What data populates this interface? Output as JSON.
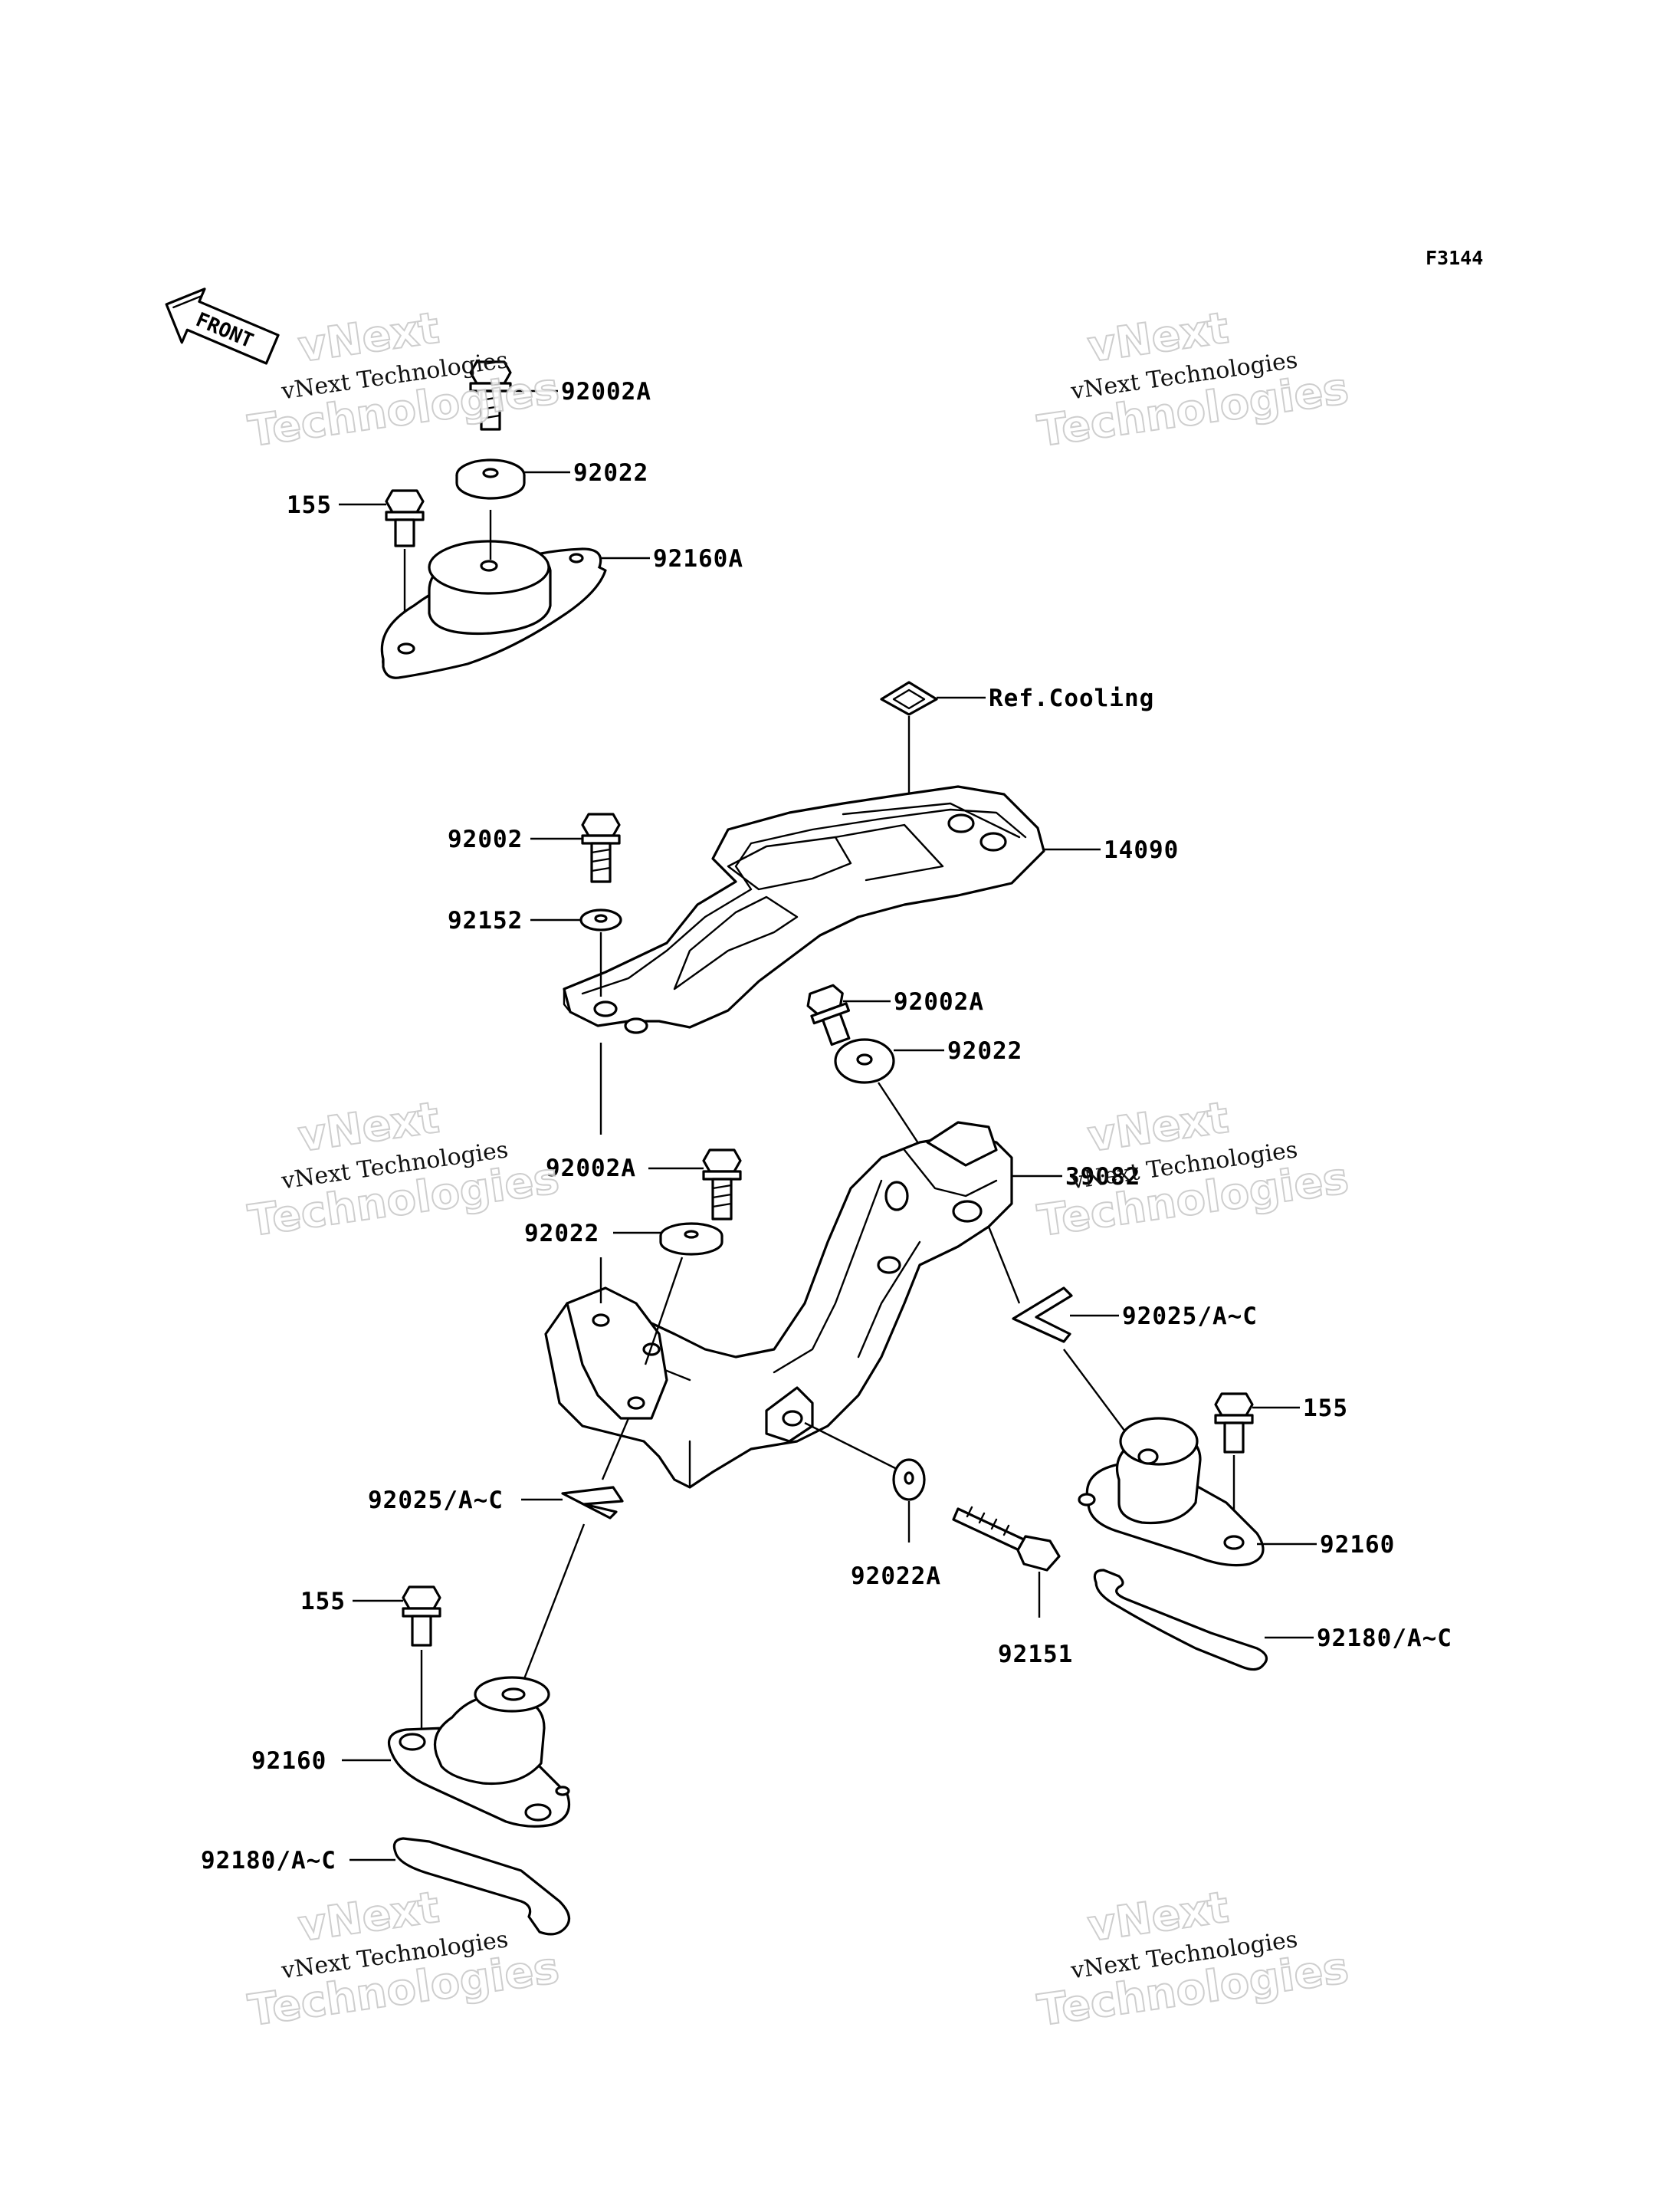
{
  "figure_code": "F3144",
  "front_marker": "FRONT",
  "watermark": {
    "small": "vNext Technologies",
    "large_top": "vNext",
    "large_bottom": "Technologies"
  },
  "labels": {
    "p92002A_top": "92002A",
    "p92022_top": "92022",
    "p155_top": "155",
    "p92160A": "92160A",
    "ref_cooling": "Ref.Cooling",
    "p92002": "92002",
    "p14090": "14090",
    "p92152": "92152",
    "p92002A_mid_right": "92002A",
    "p92022_mid_right": "92022",
    "p92002A_mid_left": "92002A",
    "p39082": "39082",
    "p92022_mid_left": "92022",
    "p92025_right": "92025/A~C",
    "p155_right": "155",
    "p92025_left": "92025/A~C",
    "p92160_right": "92160",
    "p92022A": "92022A",
    "p92151": "92151",
    "p92180_right": "92180/A~C",
    "p155_left": "155",
    "p92160_left": "92160",
    "p92180_left": "92180/A~C"
  }
}
